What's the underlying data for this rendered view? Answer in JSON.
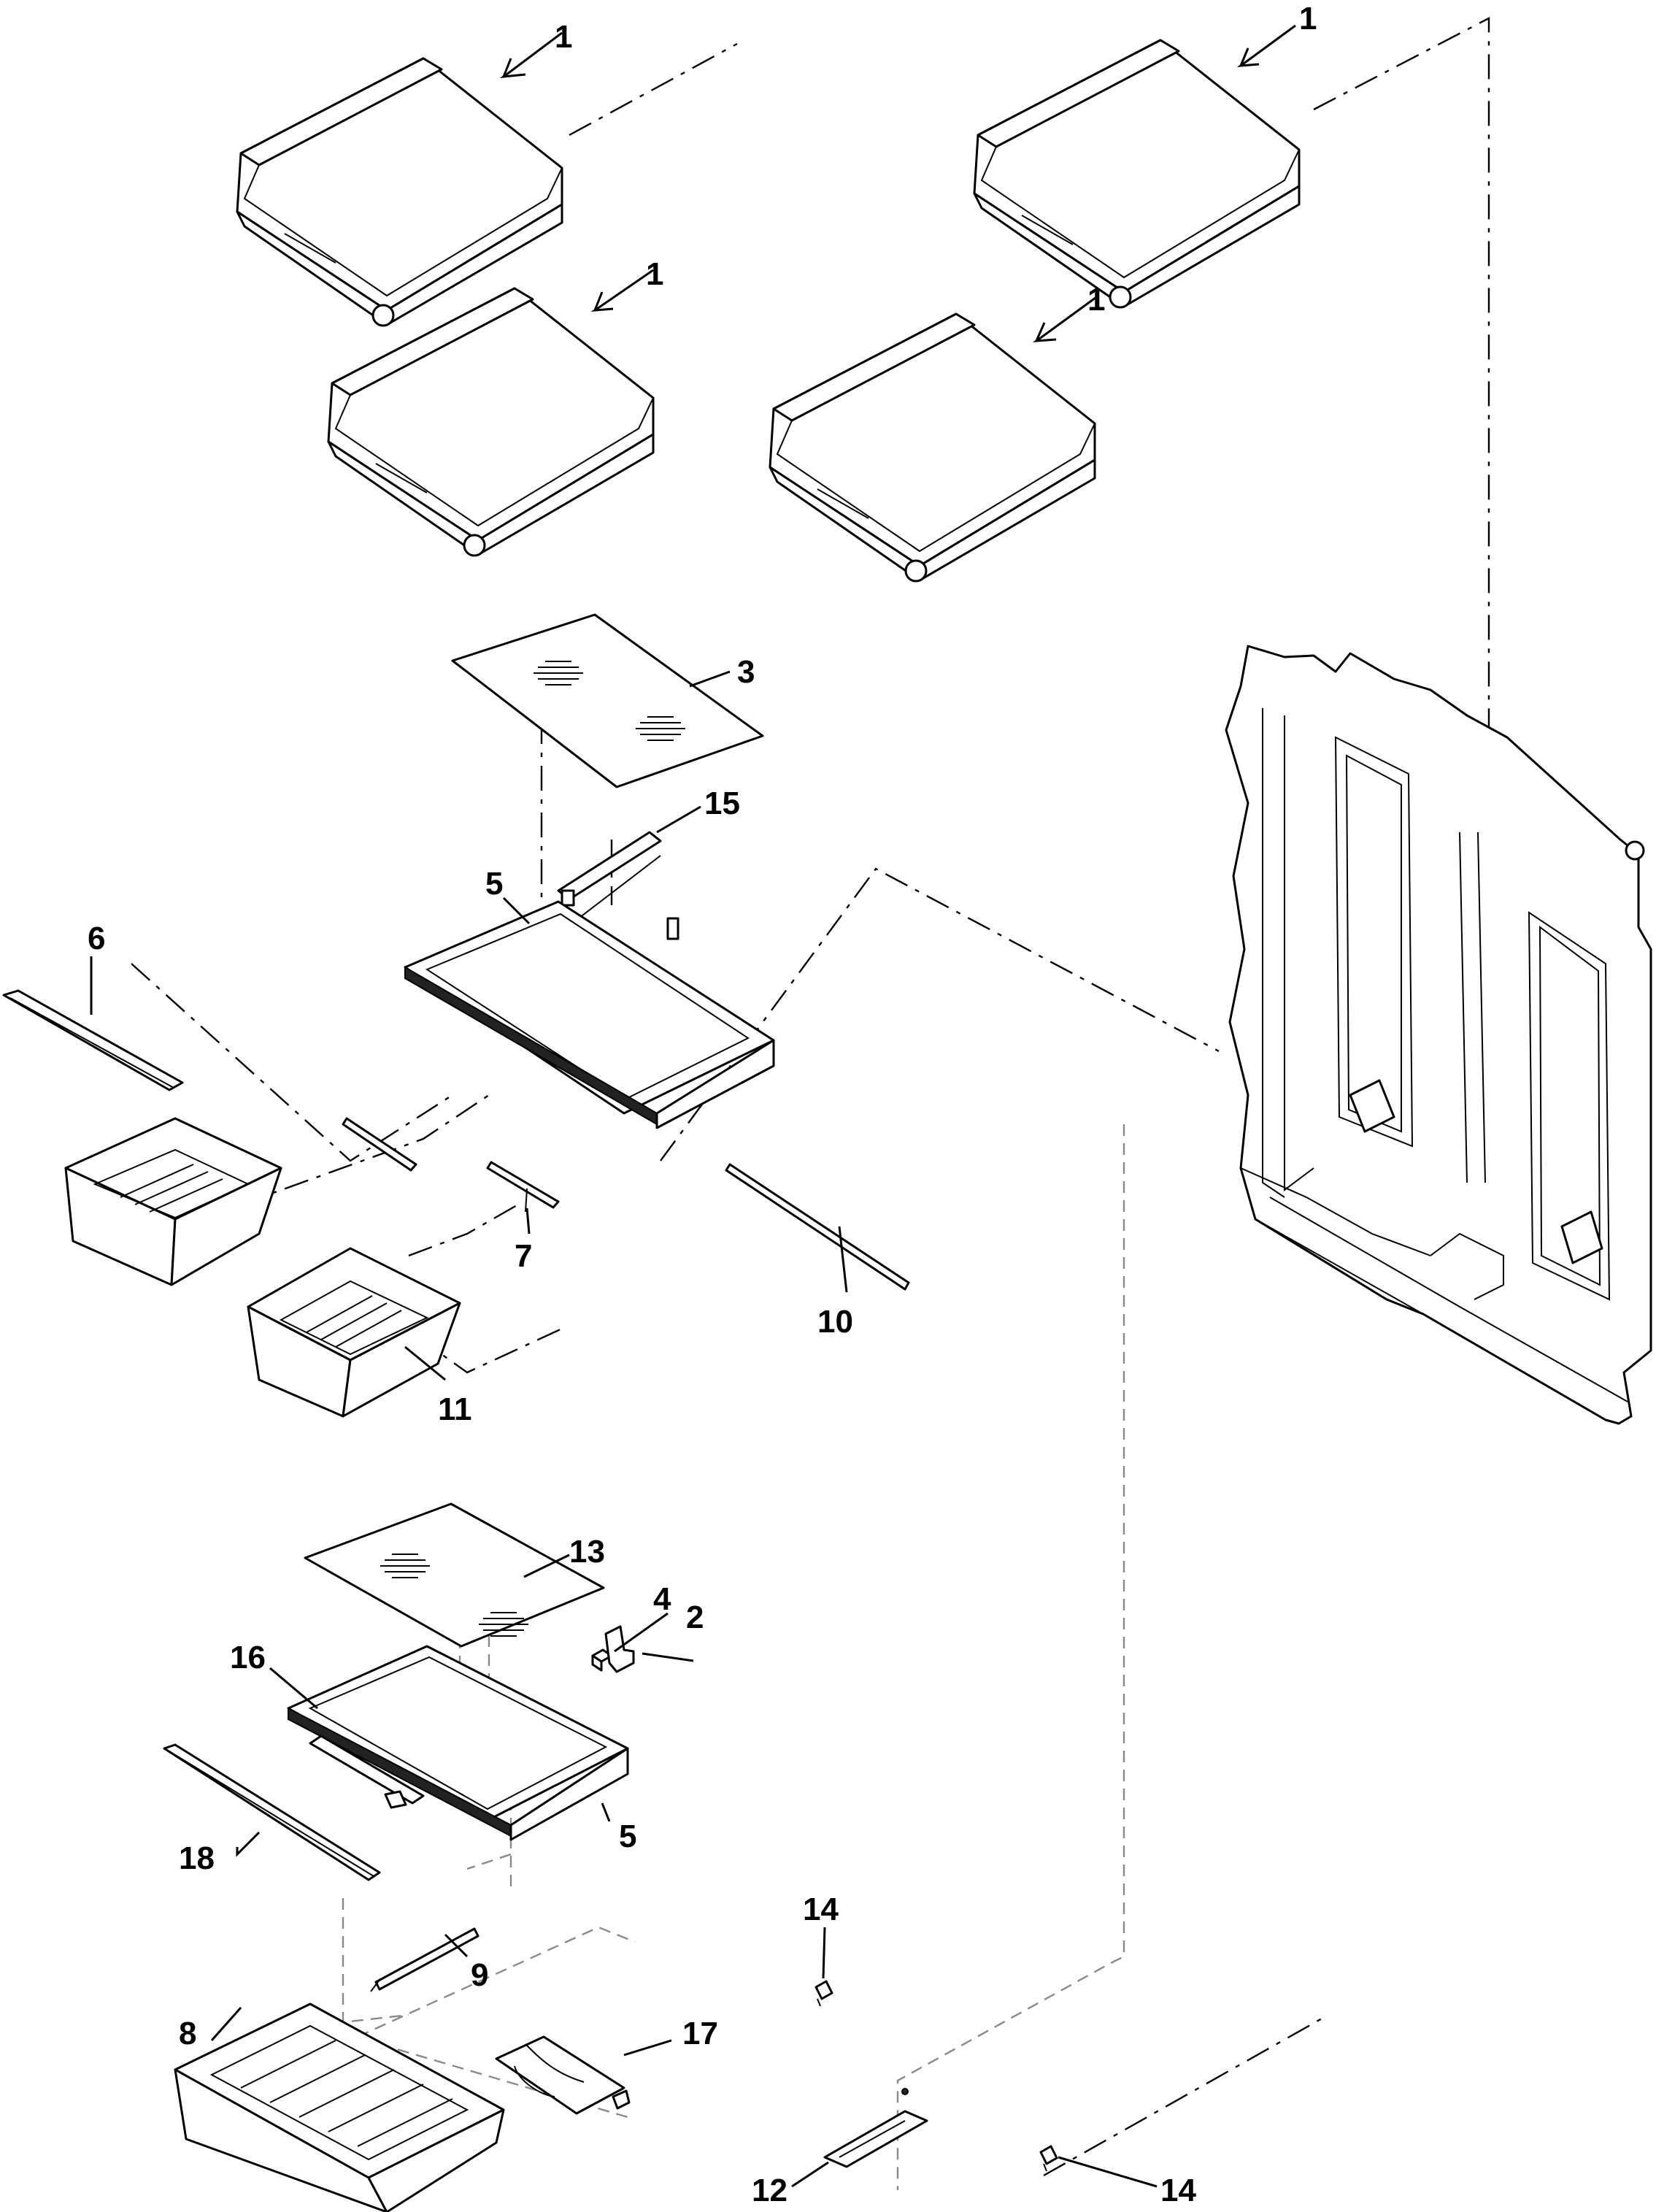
{
  "callouts": [
    {
      "id": "c1a",
      "text": "1"
    },
    {
      "id": "c1b",
      "text": "1"
    },
    {
      "id": "c1c",
      "text": "1"
    },
    {
      "id": "c1d",
      "text": "1"
    },
    {
      "id": "c2",
      "text": "2"
    },
    {
      "id": "c3",
      "text": "3"
    },
    {
      "id": "c4",
      "text": "4"
    },
    {
      "id": "c5a",
      "text": "5"
    },
    {
      "id": "c5b",
      "text": "5"
    },
    {
      "id": "c6",
      "text": "6"
    },
    {
      "id": "c7",
      "text": "7"
    },
    {
      "id": "c8",
      "text": "8"
    },
    {
      "id": "c9",
      "text": "9"
    },
    {
      "id": "c10",
      "text": "10"
    },
    {
      "id": "c11",
      "text": "11"
    },
    {
      "id": "c12",
      "text": "12"
    },
    {
      "id": "c13",
      "text": "13"
    },
    {
      "id": "c14a",
      "text": "14"
    },
    {
      "id": "c14b",
      "text": "14"
    },
    {
      "id": "c15",
      "text": "15"
    },
    {
      "id": "c16",
      "text": "16"
    },
    {
      "id": "c17",
      "text": "17"
    },
    {
      "id": "c18",
      "text": "18"
    }
  ],
  "colors": {
    "ink": "#000000",
    "paper": "#ffffff",
    "hidden_line": "#8a8a8a"
  }
}
